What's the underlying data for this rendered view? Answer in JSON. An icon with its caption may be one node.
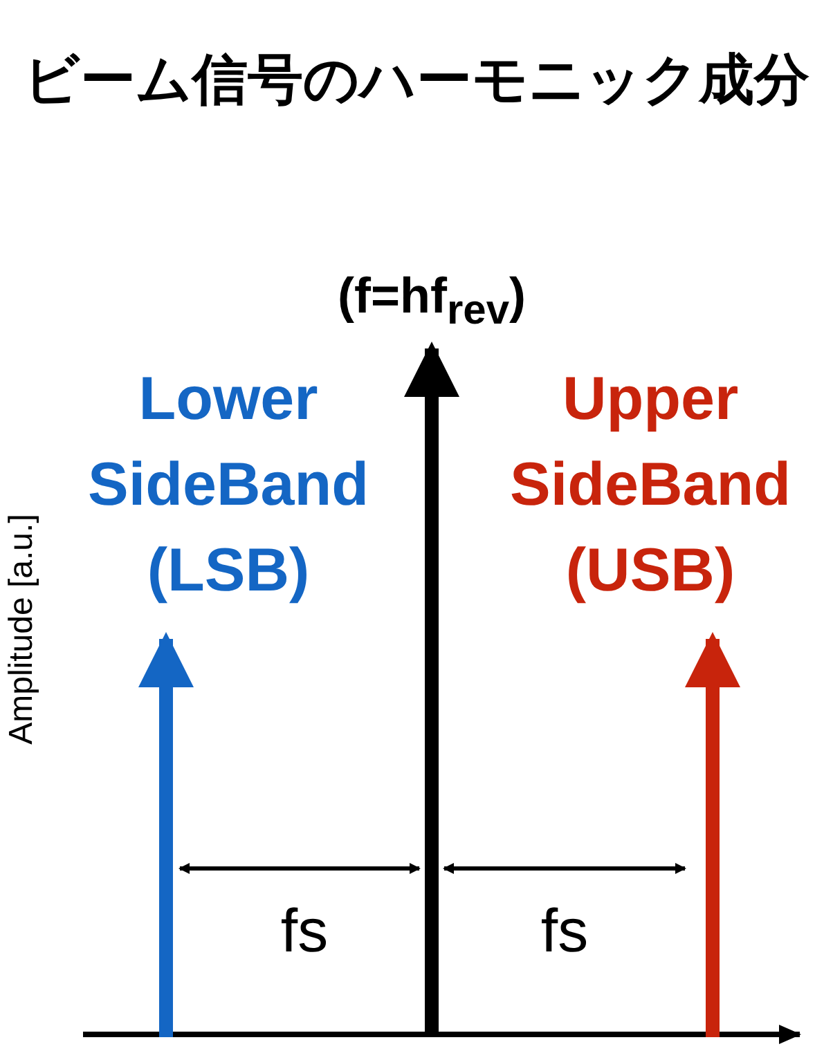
{
  "diagram": {
    "title": "ビーム信号のハーモニック成分",
    "labels": [
      "(f=hf$_{rev}$)",
      "Lower SideBand (LSB)",
      "Upper SideBand (USB)",
      "fs",
      "fs",
      "Amplitude [a.u.]"
    ]
  }
}
